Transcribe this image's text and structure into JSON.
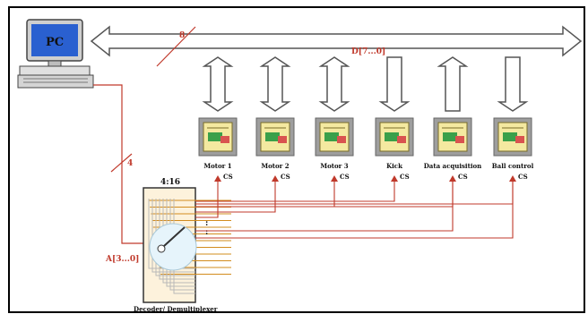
{
  "pc": {
    "label": "PC"
  },
  "bus": {
    "data_bus_label": "D[7...0]",
    "data_bus_width": "8",
    "address_bus_label": "A[3...0]",
    "address_bus_width": "4"
  },
  "decoder": {
    "title": "4:16",
    "caption": "Decoder/ Demultiplexer",
    "dots": ":"
  },
  "modules": [
    {
      "label": "Motor 1",
      "cs": "CS",
      "direction": "bidirectional"
    },
    {
      "label": "Motor 2",
      "cs": "CS",
      "direction": "bidirectional"
    },
    {
      "label": "Motor 3",
      "cs": "CS",
      "direction": "bidirectional"
    },
    {
      "label": "Kick",
      "cs": "CS",
      "direction": "down"
    },
    {
      "label": "Data acquisition",
      "cs": "CS",
      "direction": "up"
    },
    {
      "label": "Ball control",
      "cs": "CS",
      "direction": "down"
    }
  ],
  "colors": {
    "wire": "#c0392b",
    "arrow_outline": "#555555",
    "frame": "#000000",
    "monitor": "#2a60d0",
    "decoder_bg": "#fdf2dc",
    "decoder_line": "#d28c1e"
  }
}
